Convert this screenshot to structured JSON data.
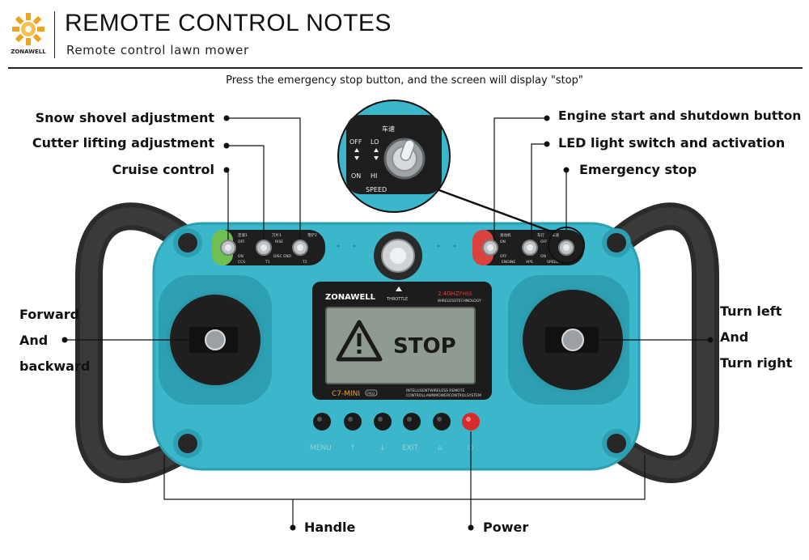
{
  "header": {
    "title": "REMOTE CONTROL NOTES",
    "subtitle": "Remote control lawn mower",
    "logo_text": "ZONAWELL"
  },
  "caption": "Press the emergency stop button, and the screen will display \"stop\"",
  "labels": {
    "snow_shovel": "Snow shovel adjustment",
    "cutter_lifting": "Cutter lifting adjustment",
    "cruise_control": "Cruise control",
    "engine_start": "Engine start and shutdown button",
    "led_light": "LED light switch and activation",
    "emergency_stop": "Emergency stop",
    "forward_1": "Forward",
    "forward_2": "And",
    "forward_3": "backward",
    "turn_1": "Turn left",
    "turn_2": "And",
    "turn_3": "Turn right",
    "handle": "Handle",
    "power": "Power"
  },
  "device": {
    "brand": "ZONAWELL",
    "throttle": "THROTTLE",
    "freq": "2.4GHZ",
    "fhss": "FHSS",
    "wireless": "WIRELESSTECHNOLOGY",
    "screen_text": "STOP",
    "model": "C7-MINI",
    "model_badge": "PRO",
    "desc_1": "INTELLIGENTWIRELESS REMOTE",
    "desc_2": "CONTROLLAWNMOWERCONTROLSYSTEM",
    "button_labels": [
      "MENU",
      "↑",
      "↓",
      "EXIT",
      "⌂",
      "⏻"
    ],
    "zoom_top": "车速",
    "zoom_off": "OFF",
    "zoom_lo": "LO",
    "zoom_on": "ON",
    "zoom_hi": "HI",
    "zoom_speed": "SPEED",
    "left_panel": [
      "定速1",
      "OFF",
      "ON",
      "CCS",
      "刀片1",
      "RISE",
      "DISC END",
      "T1",
      "雪铲2",
      "T2"
    ],
    "right_panel": [
      "发动机",
      "ON",
      "OFF",
      "ENGINE",
      "车灯",
      "APS",
      "OFF",
      "ON",
      "车速",
      "SPEED"
    ]
  },
  "colors": {
    "device_body": "#3cb6ca",
    "device_dark": "#1f8fa1",
    "handle": "#2b2b2b",
    "screen": "#8f9a90",
    "power_button": "#d82a2a",
    "logo_orange": "#f0a21e"
  },
  "icons": [
    "logo-icon",
    "warning-icon"
  ]
}
